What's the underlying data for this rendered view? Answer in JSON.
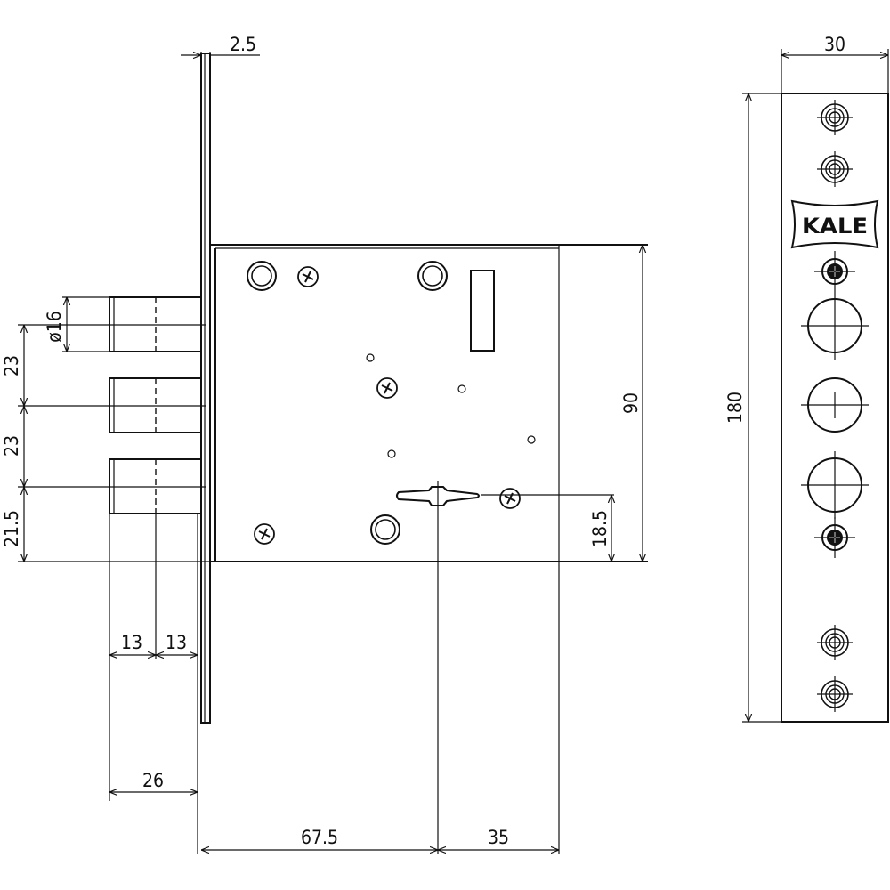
{
  "dimensions": {
    "faceplate_thickness": "2.5",
    "faceplate_width": "30",
    "faceplate_length": "180",
    "bolt_diameter": "ø16",
    "bolt_spacing_1": "23",
    "bolt_spacing_2": "23",
    "bolt_to_bottom": "21.5",
    "case_height": "90",
    "key_to_bottom": "18.5",
    "bolt_step_1": "13",
    "bolt_step_2": "13",
    "bolt_throw": "26",
    "backset": "67.5",
    "key_to_back": "35"
  },
  "brand": {
    "logo_text": "KALE"
  }
}
